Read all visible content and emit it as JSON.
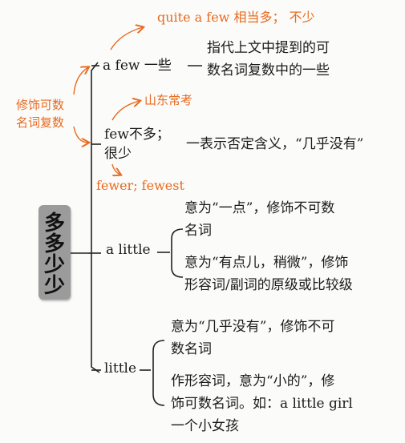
{
  "root": {
    "chars": [
      "多",
      "多",
      "少",
      "少"
    ]
  },
  "branches": {
    "a_few": {
      "label": "a few 一些",
      "note_top": "quite a few 相当多； 不少",
      "desc": [
        "指代上文中提到的可",
        "数名词复数中的一些"
      ]
    },
    "few": {
      "label_line1": "few不多；",
      "label_line2": "很少",
      "desc": "一表示否定含义，“几乎没有”",
      "note_top": "山东常考",
      "note_bottom": "fewer; fewest"
    },
    "a_little": {
      "label": "a little",
      "desc1": [
        "意为“一点”，修饰不可数",
        "名词"
      ],
      "desc2": [
        "意为“有点儿，稍微”，修饰",
        "形容词/副词的原级或比较级"
      ]
    },
    "little": {
      "label": "little",
      "desc1": [
        "意为“几乎没有”，修饰不可",
        "数名词"
      ],
      "desc2": [
        "作形容词，意为“小的”，修",
        "饰可数名词。如：a little girl",
        "一个小女孩"
      ]
    }
  },
  "side_note": [
    "修饰可数",
    "名词复数"
  ],
  "colors": {
    "accent": "#e86a1f",
    "root_box": "#9b9b9b",
    "text": "#1a1a1a"
  }
}
